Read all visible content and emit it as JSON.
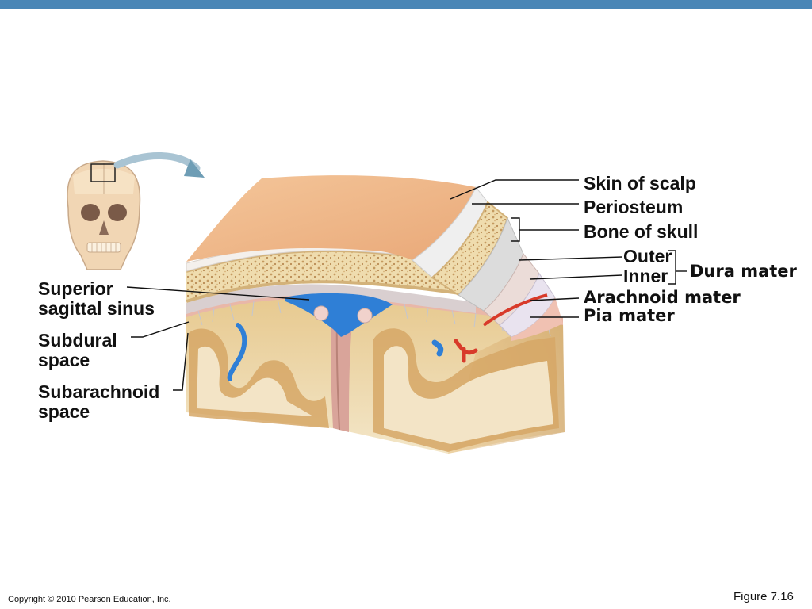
{
  "labels": {
    "skin_of_scalp": "Skin of scalp",
    "periosteum": "Periosteum",
    "bone_of_skull": "Bone of skull",
    "outer": "Outer",
    "inner": "Inner",
    "dura_mater": "Dura mater",
    "arachnoid_mater": "Arachnoid mater",
    "pia_mater": "Pia mater",
    "superior_1": "Superior",
    "superior_2": "sagittal sinus",
    "subdural_1": "Subdural",
    "subdural_2": "space",
    "subarachnoid_1": "Subarachnoid",
    "subarachnoid_2": "space"
  },
  "footer": {
    "copyright": "Copyright © 2010 Pearson Education, Inc.",
    "figure": "Figure 7.16"
  },
  "colors": {
    "header_bar": "#4a86b6",
    "scalp": "#f0b787",
    "bone": "#ead2a0",
    "dura": "#d9c9c6",
    "venous_blood": "#2f7fd6",
    "arterial_blood": "#d83a2a",
    "brain_gray_matter": "#d9a86a",
    "brain_white_matter": "#f2e3c4"
  }
}
